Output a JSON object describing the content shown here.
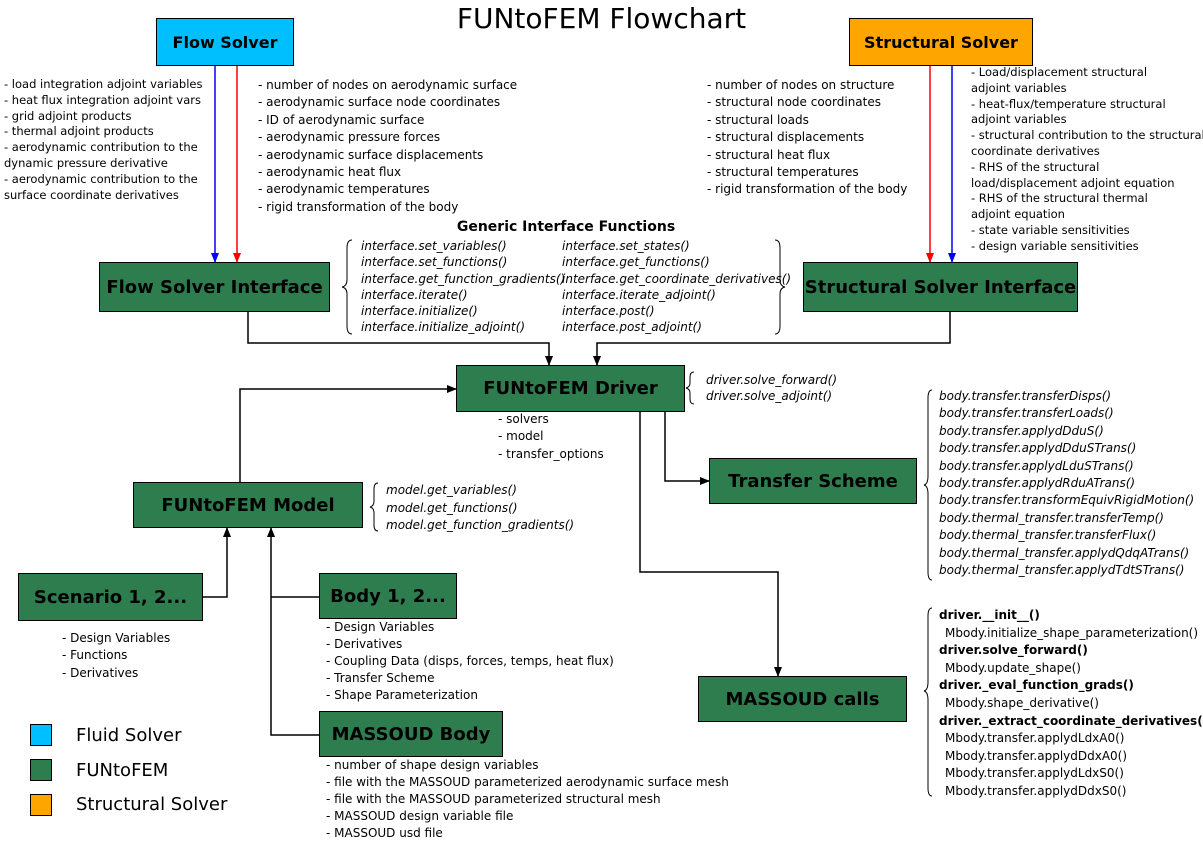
{
  "title": "FUNtoFEM Flowchart",
  "colors": {
    "fluid": "#00bfff",
    "funtofem": "#2e7d4f",
    "structural": "#ffa500",
    "forward_arrow": "#0000ff",
    "adjoint_arrow": "#ff0000"
  },
  "boxes": {
    "flow_solver": "Flow Solver",
    "structural_solver": "Structural Solver",
    "flow_solver_interface": "Flow Solver Interface",
    "structural_solver_interface": "Structural Solver Interface",
    "driver": "FUNtoFEM Driver",
    "model": "FUNtoFEM Model",
    "transfer_scheme": "Transfer Scheme",
    "scenario": "Scenario 1, 2...",
    "body": "Body 1, 2...",
    "massoud_body": "MASSOUD Body",
    "massoud_calls": "MASSOUD calls"
  },
  "flow_adjoint_list": [
    "- load integration adjoint variables",
    "- heat flux integration adjoint vars",
    "- grid adjoint products",
    "- thermal adjoint products",
    "- aerodynamic contribution to the",
    "dynamic pressure derivative",
    "- aerodynamic contribution to the",
    "surface coordinate derivatives"
  ],
  "flow_forward_list": [
    "- number of nodes on aerodynamic surface",
    "- aerodynamic surface node coordinates",
    "- ID of aerodynamic surface",
    "- aerodynamic pressure forces",
    "- aerodynamic surface displacements",
    "- aerodynamic heat flux",
    "- aerodynamic temperatures",
    "- rigid transformation of the body"
  ],
  "struct_forward_list": [
    "- number of nodes on structure",
    "- structural node coordinates",
    "- structural loads",
    "- structural displacements",
    "- structural heat flux",
    "- structural temperatures",
    "- rigid transformation of the body"
  ],
  "struct_adjoint_list": [
    "- Load/displacement structural",
    "adjoint variables",
    "- heat-flux/temperature structural",
    "adjoint variables",
    "- structural contribution to the structural",
    "coordinate derivatives",
    "- RHS of the structural",
    "load/displacement adjoint equation",
    "- RHS of the structural thermal",
    "adjoint equation",
    "- state variable sensitivities",
    "- design variable sensitivities"
  ],
  "generic_interface": {
    "heading": "Generic Interface Functions",
    "col1": [
      "interface.set_variables()",
      "interface.set_functions()",
      "interface.get_function_gradients()",
      "interface.iterate()",
      "interface.initialize()",
      "interface.initialize_adjoint()"
    ],
    "col2": [
      "interface.set_states()",
      "interface.get_functions()",
      "interface.get_coordinate_derivatives()",
      "interface.iterate_adjoint()",
      "interface.post()",
      "interface.post_adjoint()"
    ]
  },
  "driver_functions": [
    "driver.solve_forward()",
    "driver.solve_adjoint()"
  ],
  "driver_list": [
    "- solvers",
    "- model",
    "- transfer_options"
  ],
  "model_functions": [
    "model.get_variables()",
    "model.get_functions()",
    "model.get_function_gradients()"
  ],
  "transfer_functions": [
    "body.transfer.transferDisps()",
    "body.transfer.transferLoads()",
    "body.transfer.applydDduS()",
    "body.transfer.applydDduSTrans()",
    "body.transfer.applydLduSTrans()",
    "body.transfer.applydRduATrans()",
    "body.transfer.transformEquivRigidMotion()",
    "body.thermal_transfer.transferTemp()",
    "body.thermal_transfer.transferFlux()",
    "body.thermal_transfer.applydQdqATrans()",
    "body.thermal_transfer.applydTdtSTrans()"
  ],
  "scenario_list": [
    "- Design Variables",
    "- Functions",
    "- Derivatives"
  ],
  "body_list": [
    "- Design Variables",
    "- Derivatives",
    "- Coupling Data (disps, forces, temps, heat flux)",
    "- Transfer Scheme",
    "- Shape Parameterization"
  ],
  "massoud_body_list": [
    "- number of shape design variables",
    "- file with the MASSOUD parameterized aerodynamic surface mesh",
    "- file with the MASSOUD parameterized structural mesh",
    "- MASSOUD design variable file",
    "- MASSOUD usd file"
  ],
  "massoud_calls_list": [
    {
      "t": "driver.__init__()",
      "b": true
    },
    {
      "t": "Mbody.initialize_shape_parameterization()",
      "b": false
    },
    {
      "t": "driver.solve_forward()",
      "b": true
    },
    {
      "t": "Mbody.update_shape()",
      "b": false
    },
    {
      "t": "driver._eval_function_grads()",
      "b": true
    },
    {
      "t": "Mbody.shape_derivative()",
      "b": false
    },
    {
      "t": "driver._extract_coordinate_derivatives()",
      "b": true
    },
    {
      "t": "Mbody.transfer.applydLdxA0()",
      "b": false
    },
    {
      "t": "Mbody.transfer.applydDdxA0()",
      "b": false
    },
    {
      "t": "Mbody.transfer.applydLdxS0()",
      "b": false
    },
    {
      "t": "Mbody.transfer.applydDdxS0()",
      "b": false
    }
  ],
  "legend": [
    {
      "label": "Fluid Solver",
      "color": "#00bfff"
    },
    {
      "label": "FUNtoFEM",
      "color": "#2e7d4f"
    },
    {
      "label": "Structural Solver",
      "color": "#ffa500"
    }
  ]
}
